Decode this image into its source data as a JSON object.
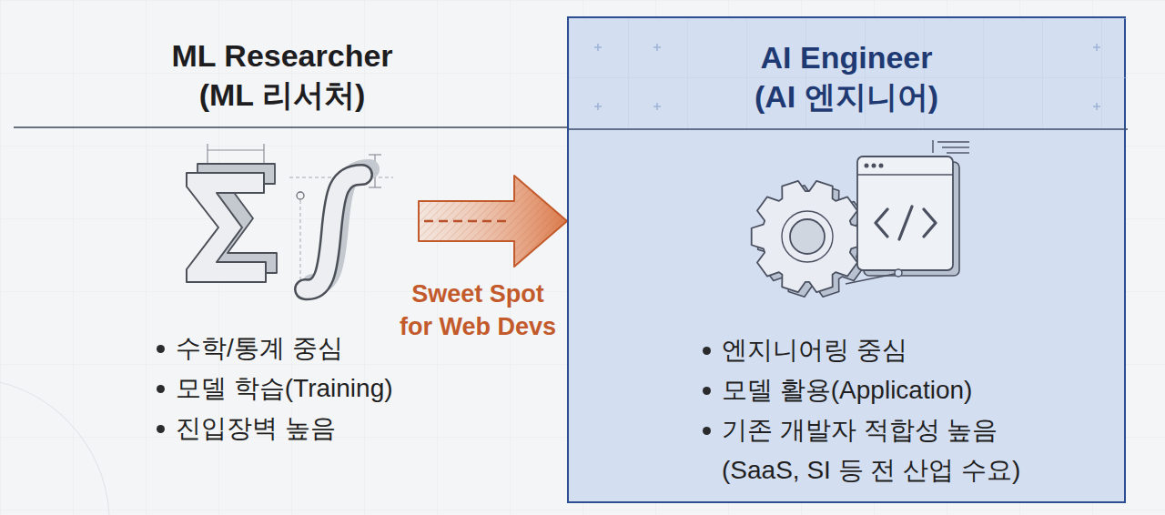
{
  "diagram": {
    "nodes": [
      {
        "text": [
          "ML Researcher (ML 리서처)",
          "수학/통계 중심",
          "모델 학습(Training)",
          "진입장벽 높음"
        ]
      },
      {
        "text": [
          "AI Engineer (AI 엔지니어)",
          "엔지니어링 중심",
          "모델 활용(Application)",
          "기존 개발자 적합성 높음 (SaaS, SI 등 전 산업 수요)"
        ]
      }
    ],
    "edges": [
      {
        "from": 0,
        "to": 1,
        "arrow": "to",
        "label": "Sweet Spot for Web Devs"
      }
    ]
  }
}
